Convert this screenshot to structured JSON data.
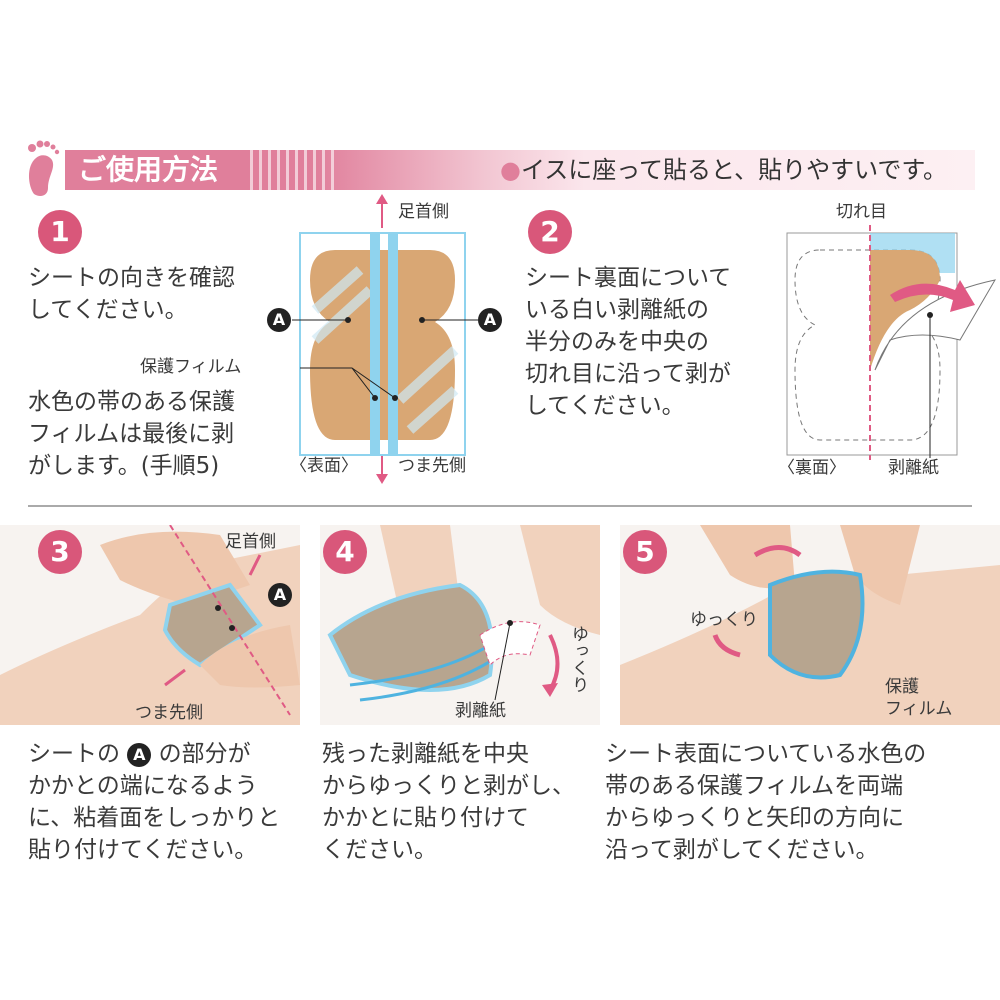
{
  "header": {
    "title": "ご使用方法",
    "tip": "イスに座って貼ると、貼りやすいです。",
    "tip_bullet": "●"
  },
  "colors": {
    "accent": "#d9577a",
    "film": "#8fd3ee",
    "sheet": "#d9a774"
  },
  "steps": [
    {
      "number": "1",
      "lines": [
        "シートの向きを確認",
        "してください。"
      ],
      "lines2": [
        "水色の帯のある保護",
        "フィルムは最後に剥",
        "がします。(手順5)"
      ],
      "labels": {
        "top": "足首側",
        "bottom": "つま先側",
        "side": "〈表面〉",
        "film": "保護フィルム",
        "marker": "A"
      }
    },
    {
      "number": "2",
      "lines": [
        "シート裏面について",
        "いる白い剥離紙の",
        "半分のみを中央の",
        "切れ目に沿って剥が",
        "してください。"
      ],
      "labels": {
        "cut": "切れ目",
        "side": "〈裏面〉",
        "paper": "剥離紙"
      }
    },
    {
      "number": "3",
      "lines": [
        "シートの",
        "の部分が",
        "かかとの端になるよう",
        "に、粘着面をしっかりと",
        "貼り付けてください。"
      ],
      "marker": "A",
      "labels": {
        "top": "足首側",
        "bottom": "つま先側",
        "marker": "A"
      }
    },
    {
      "number": "4",
      "lines": [
        "残った剥離紙を中央",
        "からゆっくりと剥がし、",
        "かかとに貼り付けて",
        "ください。"
      ],
      "labels": {
        "slow": "ゆっくり",
        "paper": "剥離紙"
      }
    },
    {
      "number": "5",
      "lines": [
        "シート表面についている水色の",
        "帯のある保護フィルムを両端",
        "からゆっくりと矢印の方向に",
        "沿って剥がしてください。"
      ],
      "labels": {
        "slow": "ゆっくり",
        "film1": "保護",
        "film2": "フィルム"
      }
    }
  ]
}
